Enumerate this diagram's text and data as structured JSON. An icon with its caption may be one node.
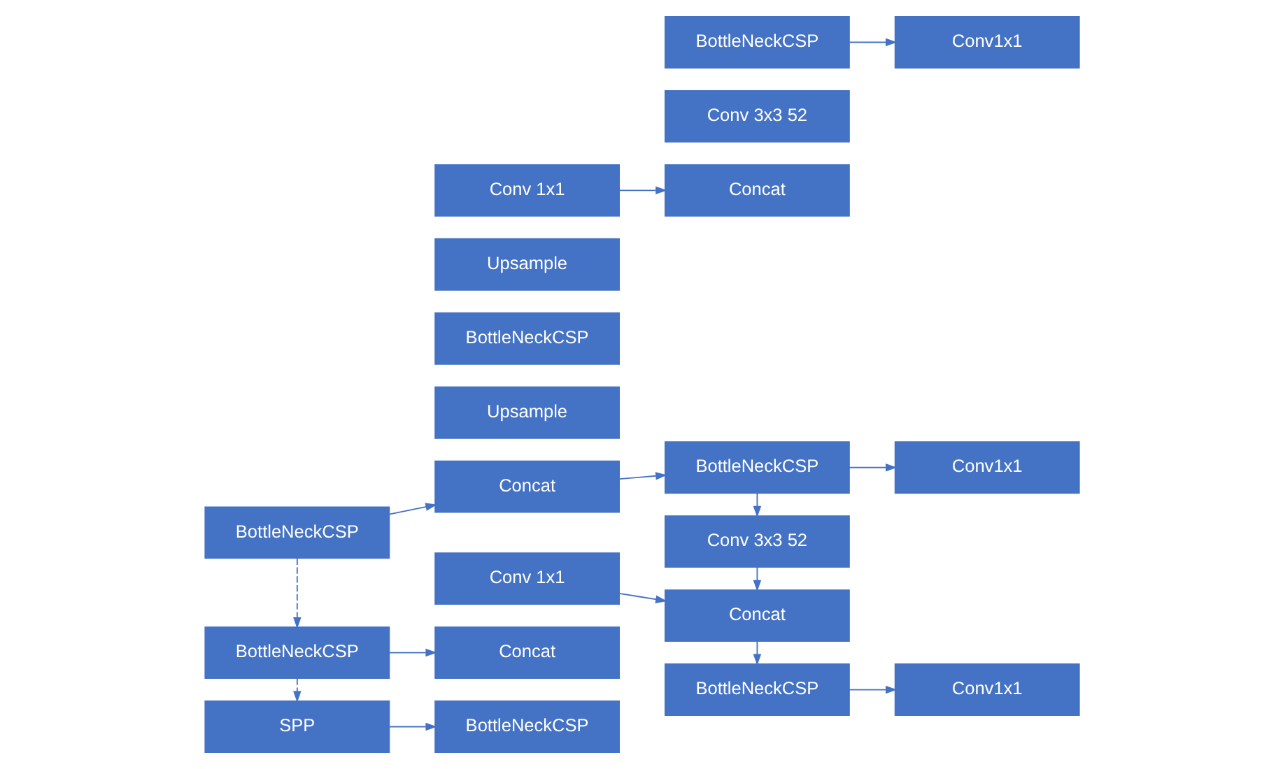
{
  "diagram": {
    "nodes": [
      {
        "text": [
          "BottleNeckCSP"
        ]
      },
      {
        "text": [
          "Concat"
        ]
      },
      {
        "text": [
          "BottleNeckCSP"
        ]
      },
      {
        "text": [
          "Conv1x1"
        ]
      },
      {
        "text": [
          "Upsample"
        ]
      },
      {
        "text": [
          "Conv 3x3 52"
        ]
      },
      {
        "text": [
          "Conv 1x1"
        ]
      },
      {
        "text": [
          "Concat"
        ]
      },
      {
        "text": [
          "BottleNeckCSP"
        ]
      },
      {
        "text": [
          "BottleNeckCSP"
        ]
      },
      {
        "text": [
          "Concat"
        ]
      },
      {
        "text": [
          "BottleNeckCSP"
        ]
      },
      {
        "text": [
          "Conv1x1"
        ]
      },
      {
        "text": [
          "Upsample"
        ]
      },
      {
        "text": [
          "Conv 3x3 52"
        ]
      },
      {
        "text": [
          "Conv 1x1"
        ]
      },
      {
        "text": [
          "Concat"
        ]
      },
      {
        "text": [
          "SPP"
        ]
      },
      {
        "text": [
          "BottleNeckCSP"
        ]
      },
      {
        "text": [
          "BottleNeckCSP"
        ]
      },
      {
        "text": [
          "Conv1x1"
        ]
      }
    ],
    "edges": [
      {
        "from": 0,
        "to": 1,
        "arrow": "to"
      },
      {
        "from": 1,
        "to": 2,
        "arrow": "to"
      },
      {
        "from": 2,
        "to": 3,
        "arrow": "to"
      },
      {
        "from": 2,
        "to": 5,
        "arrow": "to"
      },
      {
        "from": 5,
        "to": 7,
        "arrow": "to"
      },
      {
        "from": 6,
        "to": 7,
        "arrow": "to"
      },
      {
        "from": 7,
        "to": 11,
        "arrow": "to"
      },
      {
        "from": 0,
        "to": 9,
        "arrow": "to",
        "style": "dashed"
      },
      {
        "from": 9,
        "to": 10,
        "arrow": "to"
      },
      {
        "from": 11,
        "to": 12,
        "arrow": "to"
      },
      {
        "from": 9,
        "to": 17,
        "arrow": "to",
        "style": "dashed"
      },
      {
        "from": 15,
        "to": 16,
        "arrow": "to"
      },
      {
        "from": 17,
        "to": 18,
        "arrow": "to"
      },
      {
        "from": 19,
        "to": 20,
        "arrow": "to"
      }
    ]
  }
}
